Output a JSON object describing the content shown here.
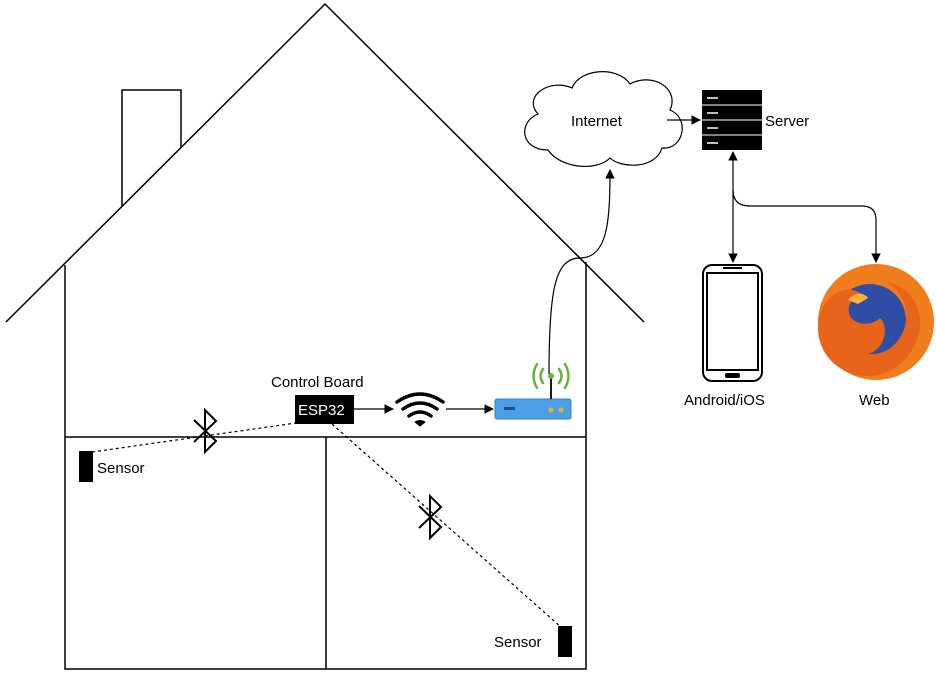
{
  "labels": {
    "internet": "Internet",
    "server": "Server",
    "control_board": "Control Board",
    "esp32": "ESP32",
    "sensor_left": "Sensor",
    "sensor_right": "Sensor",
    "android": "Android/iOS",
    "web": "Web"
  },
  "colors": {
    "router_body": "#4c9fe6",
    "router_led": "#e8b22a",
    "signal": "#66b33a",
    "firefox_orange": "#f07d1b",
    "firefox_blue": "#2e4ea6"
  },
  "icons": [
    "house",
    "cloud-icon",
    "server-icon",
    "phone-icon",
    "firefox-icon",
    "router-icon",
    "wifi-icon",
    "bluetooth-icon"
  ]
}
